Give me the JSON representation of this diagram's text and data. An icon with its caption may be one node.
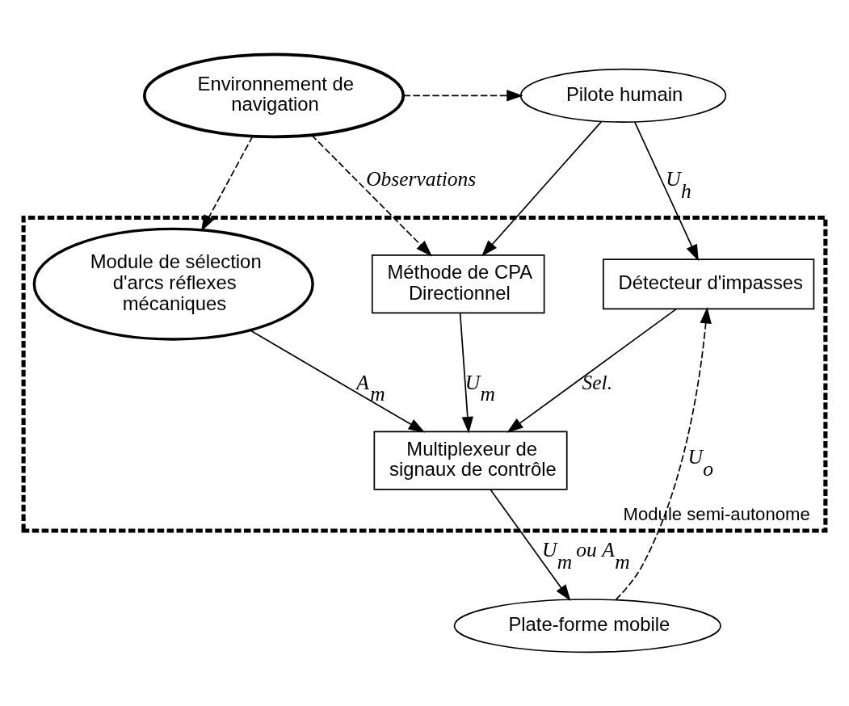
{
  "diagram": {
    "nodes": [
      {
        "text": [
          "Pilote humain"
        ]
      },
      {
        "text": [
          "Environnement de navigation"
        ]
      },
      {
        "text": [
          "Module semi-autonome"
        ]
      },
      {
        "text": [
          "Module de sélection d'arcs réflexes mécaniques"
        ],
        "in": 2
      },
      {
        "text": [
          "Méthode de CPA Directionnel"
        ],
        "in": 2
      },
      {
        "text": [
          "Détecteur d'impasses"
        ],
        "in": 2
      },
      {
        "text": [
          "Multiplexeur de signaux de contrôle"
        ],
        "in": 2
      },
      {
        "text": [
          "Plate-forme mobile"
        ]
      }
    ],
    "edges": [
      {
        "from": 1,
        "to": 0,
        "arrow": "to",
        "style": "dashed"
      },
      {
        "from": 1,
        "to": 3,
        "arrow": "to",
        "style": "dashed"
      },
      {
        "from": 1,
        "to": 4,
        "arrow": "to",
        "style": "dashed",
        "label": "Observations"
      },
      {
        "from": 0,
        "to": 5,
        "arrow": "to",
        "label": "U$_{h}$"
      },
      {
        "from": 0,
        "to": 4,
        "arrow": "to"
      },
      {
        "from": 4,
        "to": 6,
        "arrow": "to",
        "label": "U$_{m}$"
      },
      {
        "from": 5,
        "to": 6,
        "arrow": "to",
        "label": "Sel."
      },
      {
        "from": 3,
        "to": 6,
        "arrow": "to",
        "label": "A$_{m}$"
      },
      {
        "from": 6,
        "to": 7,
        "arrow": "to",
        "label": "U$_{m}$ ou A$_{m}$"
      },
      {
        "from": 7,
        "to": 5,
        "arrow": "to",
        "style": "dashed",
        "label": "U$_{o}$"
      }
    ]
  }
}
